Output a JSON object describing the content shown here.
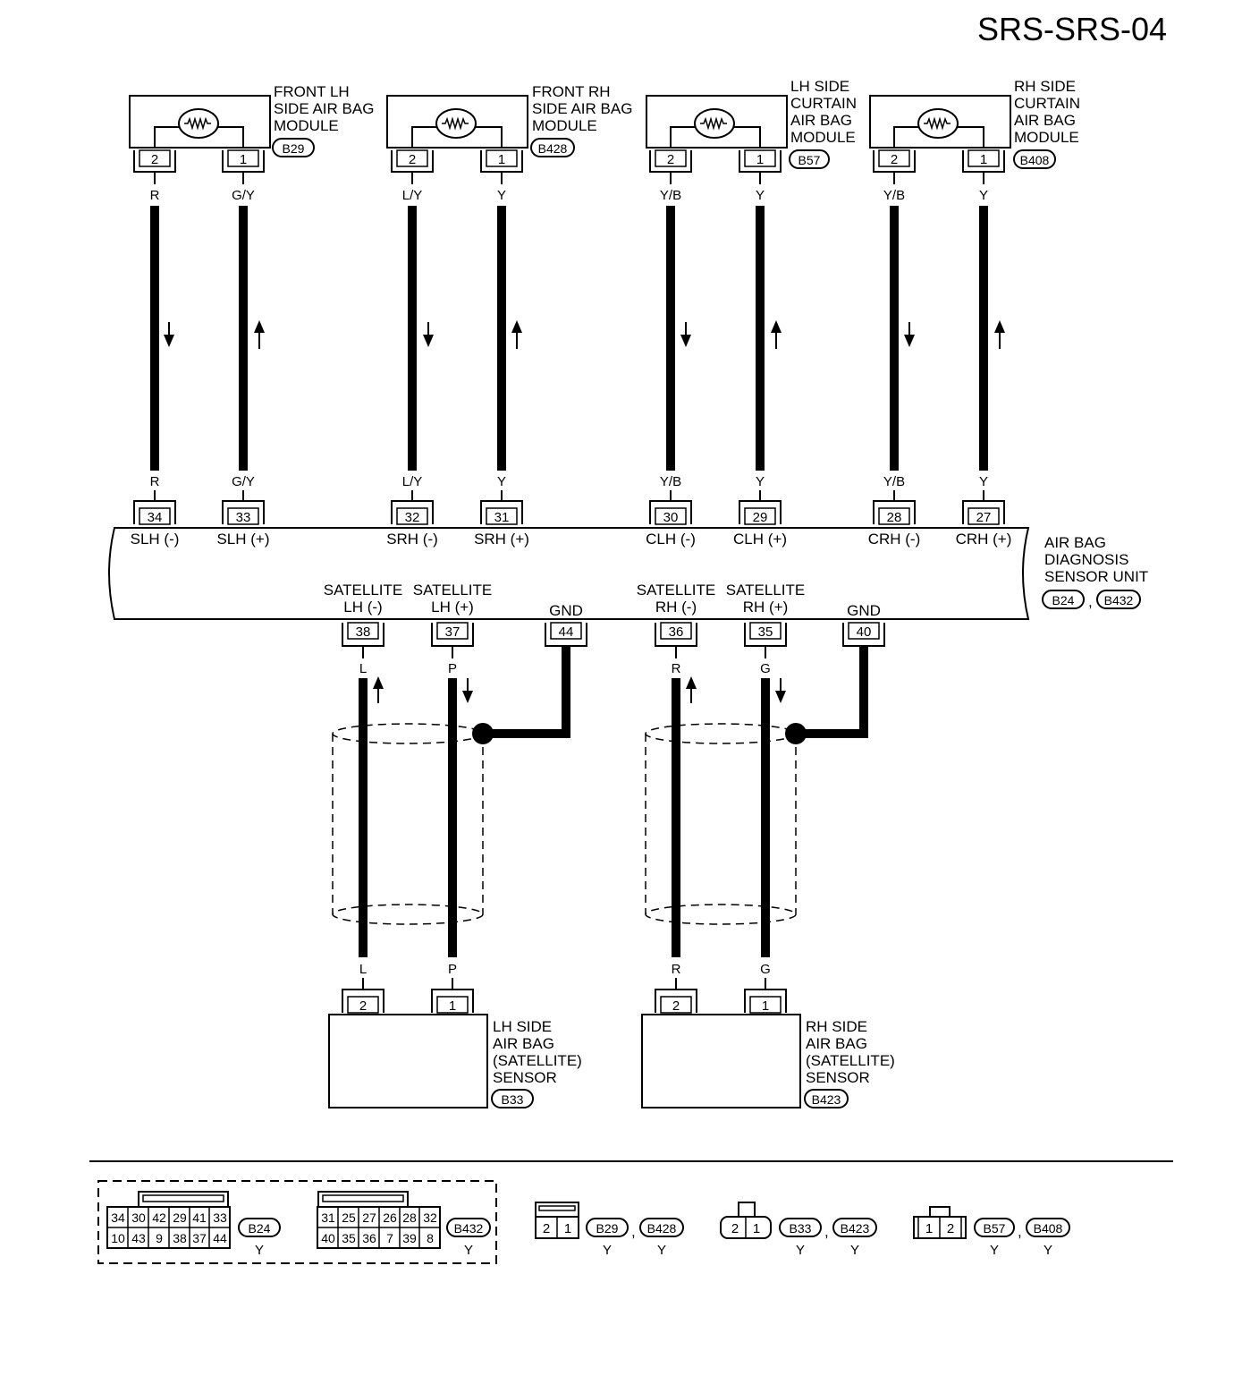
{
  "diagram_title": "SRS-SRS-04",
  "modules": [
    {
      "lines": [
        "FRONT LH",
        "SIDE AIR BAG",
        "MODULE"
      ],
      "connector": "B29",
      "pins": [
        "2",
        "1"
      ],
      "wires_top": [
        "R",
        "G/Y"
      ],
      "wires_bottom": [
        "R",
        "G/Y"
      ]
    },
    {
      "lines": [
        "FRONT RH",
        "SIDE AIR BAG",
        "MODULE"
      ],
      "connector": "B428",
      "pins": [
        "2",
        "1"
      ],
      "wires_top": [
        "L/Y",
        "Y"
      ],
      "wires_bottom": [
        "L/Y",
        "Y"
      ]
    },
    {
      "lines": [
        "LH SIDE",
        "CURTAIN",
        "AIR BAG",
        "MODULE"
      ],
      "connector": "B57",
      "pins": [
        "2",
        "1"
      ],
      "wires_top": [
        "Y/B",
        "Y"
      ],
      "wires_bottom": [
        "Y/B",
        "Y"
      ]
    },
    {
      "lines": [
        "RH SIDE",
        "CURTAIN",
        "AIR BAG",
        "MODULE"
      ],
      "connector": "B408",
      "pins": [
        "2",
        "1"
      ],
      "wires_top": [
        "Y/B",
        "Y"
      ],
      "wires_bottom": [
        "Y/B",
        "Y"
      ]
    }
  ],
  "unit": {
    "lines": [
      "AIR BAG",
      "DIAGNOSIS",
      "SENSOR UNIT"
    ],
    "connectors": [
      "B24",
      "B432"
    ],
    "separator": ",",
    "top_pins": [
      {
        "pin": "34",
        "name": "SLH (-)"
      },
      {
        "pin": "33",
        "name": "SLH (+)"
      },
      {
        "pin": "32",
        "name": "SRH (-)"
      },
      {
        "pin": "31",
        "name": "SRH (+)"
      },
      {
        "pin": "30",
        "name": "CLH (-)"
      },
      {
        "pin": "29",
        "name": "CLH (+)"
      },
      {
        "pin": "28",
        "name": "CRH (-)"
      },
      {
        "pin": "27",
        "name": "CRH (+)"
      }
    ],
    "bottom_pins": [
      {
        "pin": "38",
        "line1": "SATELLITE",
        "line2": "LH (-)",
        "wire_top": "L",
        "wire_bottom": "L"
      },
      {
        "pin": "37",
        "line1": "SATELLITE",
        "line2": "LH (+)",
        "wire_top": "P",
        "wire_bottom": "P"
      },
      {
        "pin": "44",
        "line1": "",
        "line2": "GND",
        "wire_top": "",
        "wire_bottom": ""
      },
      {
        "pin": "36",
        "line1": "SATELLITE",
        "line2": "RH (-)",
        "wire_top": "R",
        "wire_bottom": "R"
      },
      {
        "pin": "35",
        "line1": "SATELLITE",
        "line2": "RH (+)",
        "wire_top": "G",
        "wire_bottom": "G"
      },
      {
        "pin": "40",
        "line1": "",
        "line2": "GND",
        "wire_top": "",
        "wire_bottom": ""
      }
    ]
  },
  "sensors": [
    {
      "lines": [
        "LH SIDE",
        "AIR BAG",
        "(SATELLITE)",
        "SENSOR"
      ],
      "connector": "B33",
      "pins": [
        "2",
        "1"
      ]
    },
    {
      "lines": [
        "RH SIDE",
        "AIR BAG",
        "(SATELLITE)",
        "SENSOR"
      ],
      "connector": "B423",
      "pins": [
        "2",
        "1"
      ]
    }
  ],
  "connector_views": {
    "b24": {
      "ref": "B24",
      "color": "Y",
      "row1": [
        "34",
        "30",
        "42",
        "29",
        "41",
        "33"
      ],
      "row2": [
        "10",
        "43",
        "9",
        "38",
        "37",
        "44"
      ]
    },
    "b432": {
      "ref": "B432",
      "color": "Y",
      "row1": [
        "31",
        "25",
        "27",
        "26",
        "28",
        "32"
      ],
      "row2": [
        "40",
        "35",
        "36",
        "7",
        "39",
        "8"
      ]
    },
    "pair1": {
      "pins": [
        "2",
        "1"
      ],
      "refs": [
        "B29",
        "B428"
      ],
      "colors": [
        "Y",
        "Y"
      ],
      "separator": ","
    },
    "pair2": {
      "pins": [
        "2",
        "1"
      ],
      "refs": [
        "B33",
        "B423"
      ],
      "colors": [
        "Y",
        "Y"
      ],
      "separator": ","
    },
    "pair3": {
      "pins": [
        "1",
        "2"
      ],
      "refs": [
        "B57",
        "B408"
      ],
      "colors": [
        "Y",
        "Y"
      ],
      "separator": ","
    }
  }
}
